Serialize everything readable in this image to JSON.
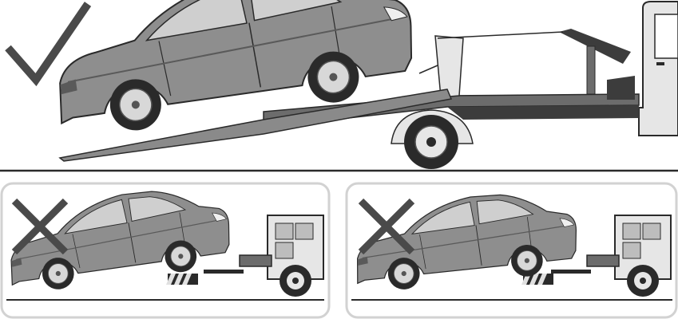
{
  "panels": [
    {
      "id": "flatbed",
      "verdict": "correct",
      "verdict_icon": "checkmark-icon",
      "method": "flatbed-truck-all-wheels-up"
    },
    {
      "id": "tow-rear-lift",
      "verdict": "incorrect",
      "verdict_icon": "cross-icon",
      "method": "tow-rear-wheels-lifted"
    },
    {
      "id": "tow-front-lift",
      "verdict": "incorrect",
      "verdict_icon": "cross-icon",
      "method": "tow-front-wheels-lifted"
    }
  ],
  "colors": {
    "car_body": "#8e8e8e",
    "car_dark": "#3c3c3c",
    "tire": "#2a2a2a",
    "rim": "#d8d8d8",
    "truck_body": "#e6e6e6",
    "bed": "#6c6c6c",
    "mark": "#4a4a4a",
    "dolly_stripe": "#e0e0e0"
  }
}
